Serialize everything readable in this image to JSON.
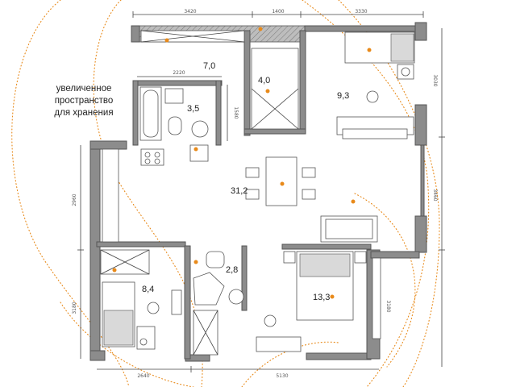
{
  "callout": {
    "lines": [
      "увеличенное",
      "пространство",
      "для хранения"
    ]
  },
  "rooms": {
    "storage_area": "7,0",
    "closet_area": "4,0",
    "bedroom_top_area": "9,3",
    "bath_top_area": "3,5",
    "living_area": "31,2",
    "bath_small_area": "2,8",
    "bedroom_left_area": "8,4",
    "bedroom_bottom_area": "13,3"
  },
  "dimensions": {
    "top_1": "3420",
    "top_2": "1400",
    "top_3": "3330",
    "bath_width": "2220",
    "bath_height": "1580",
    "right_1": "3030",
    "right_2": "3460",
    "right_3": "3180",
    "left_1": "2960",
    "left_2": "3180",
    "bottom_1": "2640",
    "bottom_2": "5130"
  },
  "colors": {
    "accent": "#e88a1a",
    "wall": "#8c8c8c",
    "line": "#444444"
  }
}
